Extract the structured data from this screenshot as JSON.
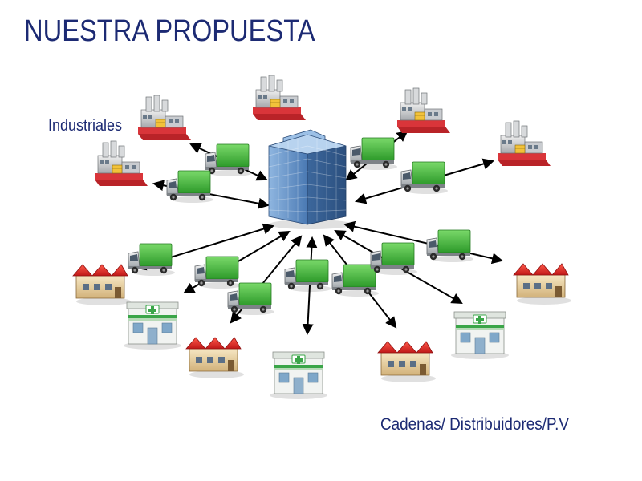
{
  "title": "NUESTRA PROPUESTA",
  "labels": {
    "industriales": "Industriales",
    "cadenas": "Cadenas/ Distribuidores/P.V"
  },
  "icons": {
    "hub": "office-building-icon",
    "factory": "factory-icon",
    "truck": "delivery-truck-icon",
    "warehouse": "warehouse-icon",
    "store": "pharmacy-store-icon"
  },
  "colors": {
    "title": "#1c2a73",
    "truck_cargo": "#3fb03a",
    "factory_base": "#d9353a",
    "warehouse_roof": "#e12a2a",
    "building_glass": "#4f7fb5",
    "arrow": "#000000"
  }
}
